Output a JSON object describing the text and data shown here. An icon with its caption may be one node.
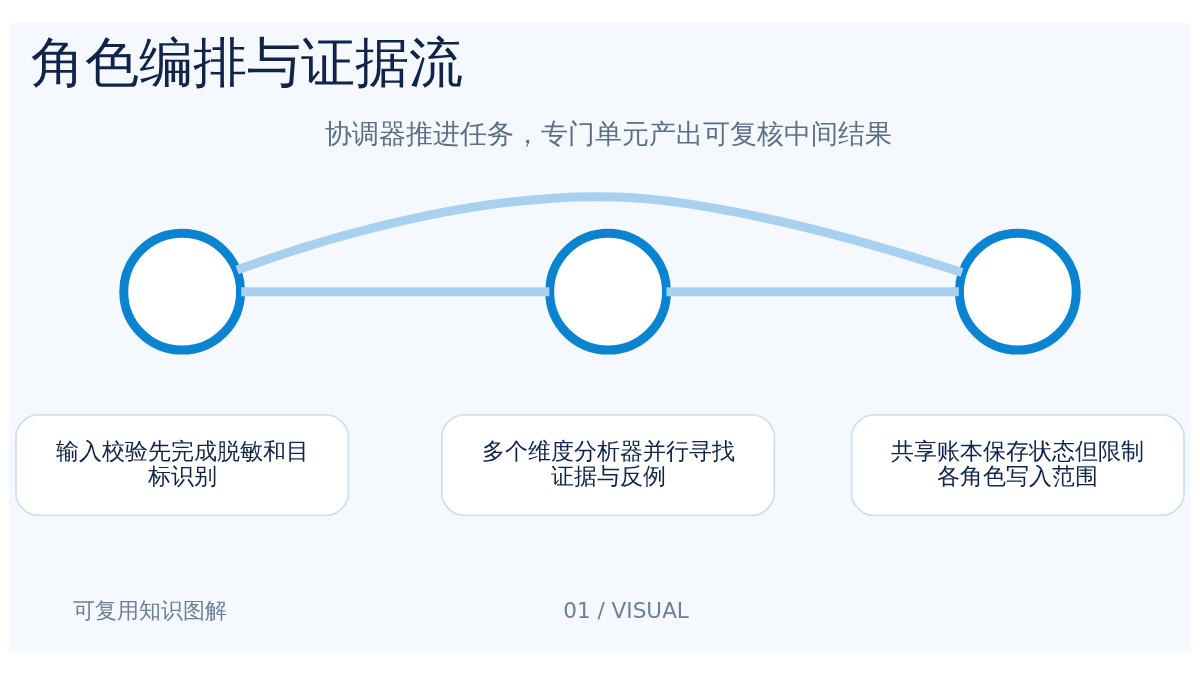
{
  "diagram": {
    "title": "角色编排与证据流",
    "nodes": [
      {
        "text": [],
        "shape": "circle"
      },
      {
        "text": [],
        "shape": "circle"
      },
      {
        "text": [],
        "shape": "circle"
      },
      {
        "text": [
          "输入校验先完成脱敏和目标识别"
        ]
      },
      {
        "text": [
          "多个维度分析器并行寻找证据与反例"
        ]
      },
      {
        "text": [
          "共享账本保存状态但限制各角色写入范围"
        ]
      }
    ],
    "edges": [
      {
        "from": 0,
        "to": 1,
        "arrow": "none"
      },
      {
        "from": 1,
        "to": 2,
        "arrow": "none"
      },
      {
        "from": 0,
        "to": 2,
        "arrow": "none"
      }
    ],
    "labels": [
      "协调器推进任务，专门单元产出可复核中间结果",
      "可复用知识图解",
      "01 / VISUAL"
    ]
  }
}
